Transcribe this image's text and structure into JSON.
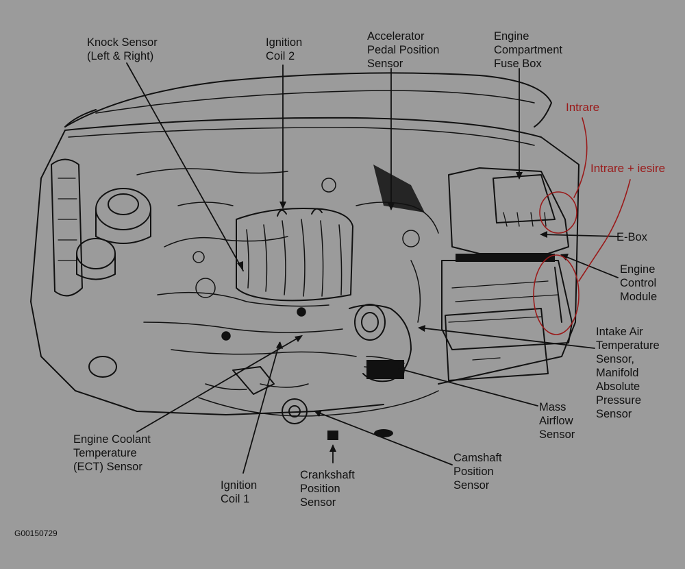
{
  "figure_code": "G00150729",
  "colors": {
    "background": "#9b9b9b",
    "line": "#111111",
    "annotation": "#9a1a1a"
  },
  "labels": {
    "knock_sensor": [
      "Knock Sensor",
      "(Left & Right)"
    ],
    "ignition_coil_2": [
      "Ignition",
      "Coil 2"
    ],
    "accelerator_pedal_position_sensor": [
      "Accelerator",
      "Pedal Position",
      "Sensor"
    ],
    "engine_compartment_fuse_box": [
      "Engine",
      "Compartment",
      "Fuse Box"
    ],
    "e_box": [
      "E-Box"
    ],
    "engine_control_module": [
      "Engine",
      "Control",
      "Module"
    ],
    "intake_air_temperature_sensor": [
      "Intake Air",
      "Temperature",
      "Sensor,",
      "Manifold",
      "Absolute",
      "Pressure",
      "Sensor"
    ],
    "mass_airflow_sensor": [
      "Mass",
      "Airflow",
      "Sensor"
    ],
    "camshaft_position_sensor": [
      "Camshaft",
      "Position",
      "Sensor"
    ],
    "crankshaft_position_sensor": [
      "Crankshaft",
      "Position",
      "Sensor"
    ],
    "ignition_coil_1": [
      "Ignition",
      "Coil 1"
    ],
    "engine_coolant_temperature_sensor": [
      "Engine Coolant",
      "Temperature",
      "(ECT) Sensor"
    ]
  },
  "annotations": {
    "intrare": "Intrare",
    "intrare_iesire": "Intrare + iesire"
  }
}
